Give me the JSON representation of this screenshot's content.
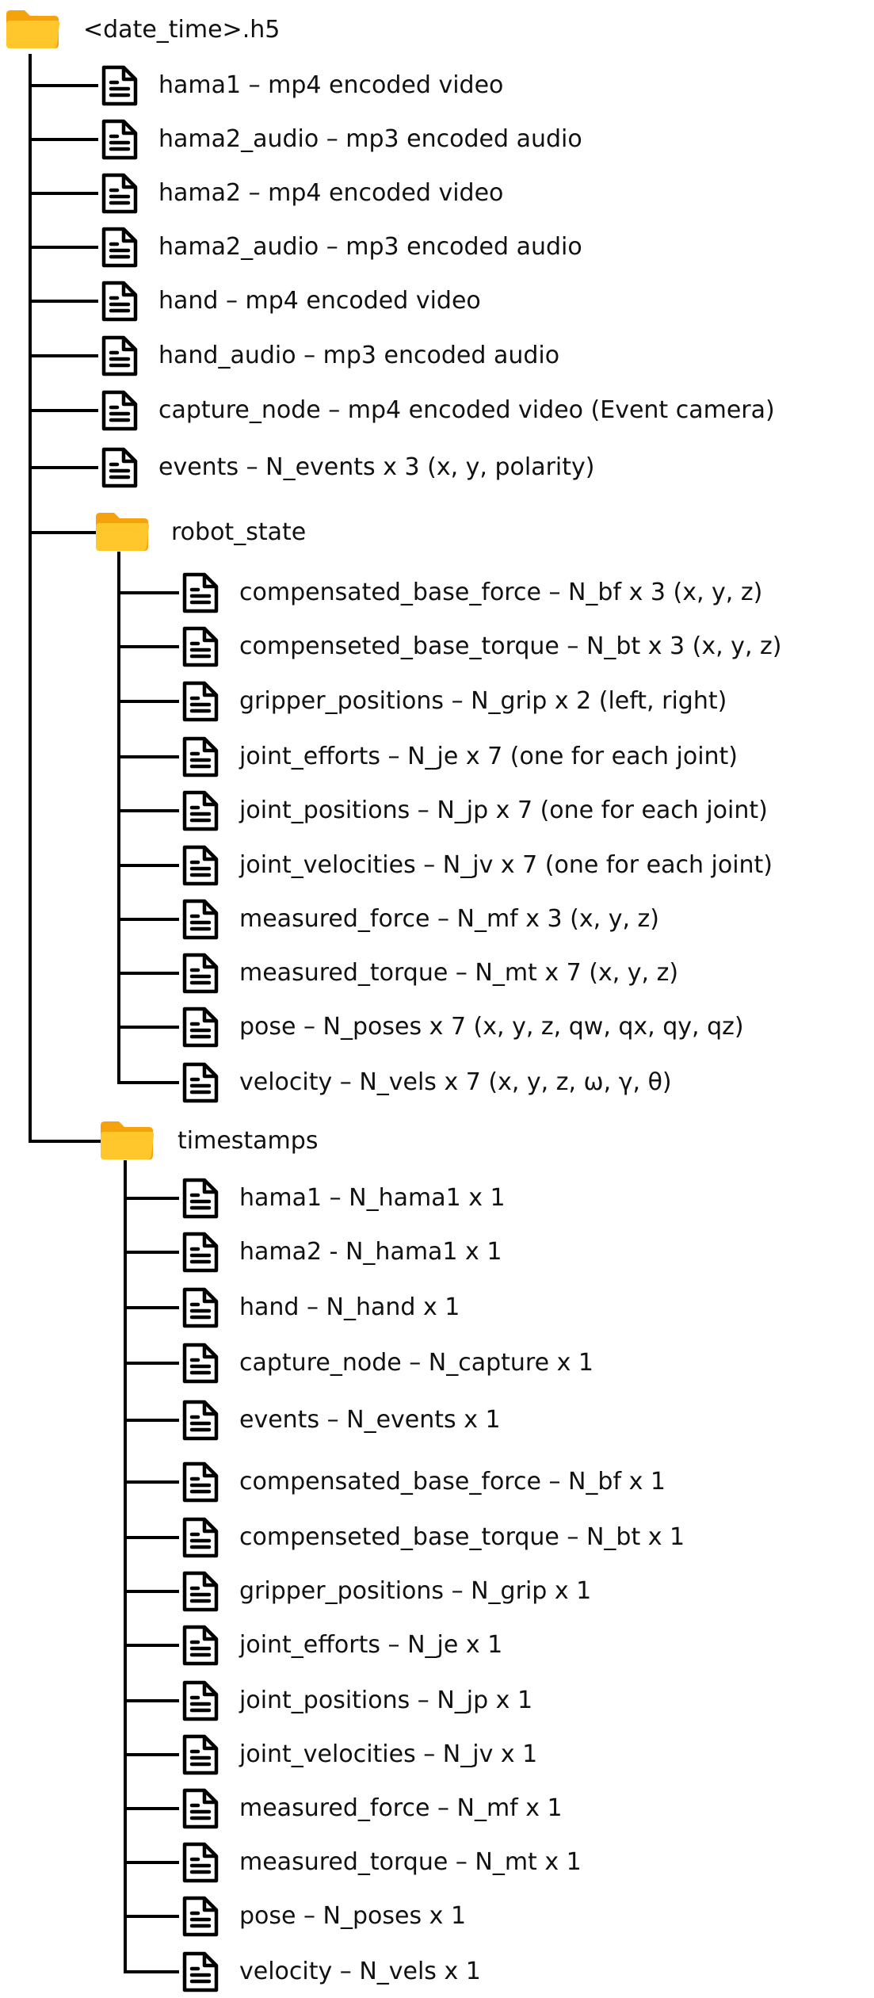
{
  "colors": {
    "line": "#000000",
    "folder_back": "#F5A20D",
    "folder_front": "#FFC72C",
    "text": "#111111"
  },
  "root": {
    "label": "<date_time>.h5",
    "icon": "folder-icon",
    "files": [
      {
        "label": "hama1 – mp4 encoded video",
        "icon": "file-icon"
      },
      {
        "label": "hama2_audio – mp3 encoded audio",
        "icon": "file-icon"
      },
      {
        "label": "hama2 – mp4 encoded video",
        "icon": "file-icon"
      },
      {
        "label": "hama2_audio – mp3 encoded audio",
        "icon": "file-icon"
      },
      {
        "label": "hand – mp4 encoded video",
        "icon": "file-icon"
      },
      {
        "label": "hand_audio – mp3 encoded audio",
        "icon": "file-icon"
      },
      {
        "label": "capture_node – mp4 encoded video (Event camera)",
        "icon": "file-icon"
      },
      {
        "label": "events – N_events x 3 (x, y, polarity)",
        "icon": "file-icon"
      }
    ],
    "folders": [
      {
        "label": "robot_state",
        "icon": "folder-icon",
        "files": [
          {
            "label": "compensated_base_force – N_bf x 3 (x, y, z)",
            "icon": "file-icon"
          },
          {
            "label": "compenseted_base_torque – N_bt x 3 (x, y, z)",
            "icon": "file-icon"
          },
          {
            "label": "gripper_positions – N_grip x 2 (left, right)",
            "icon": "file-icon"
          },
          {
            "label": "joint_efforts – N_je x 7 (one for each joint)",
            "icon": "file-icon"
          },
          {
            "label": "joint_positions – N_jp x 7 (one for each joint)",
            "icon": "file-icon"
          },
          {
            "label": "joint_velocities – N_jv x 7 (one for each joint)",
            "icon": "file-icon"
          },
          {
            "label": "measured_force – N_mf x 3 (x, y, z)",
            "icon": "file-icon"
          },
          {
            "label": "measured_torque – N_mt x 7 (x, y, z)",
            "icon": "file-icon"
          },
          {
            "label": "pose – N_poses x 7 (x, y, z, qw, qx, qy, qz)",
            "icon": "file-icon"
          },
          {
            "label": "velocity – N_vels x 7 (x, y, z, ω, γ, θ)",
            "icon": "file-icon"
          }
        ]
      },
      {
        "label": "timestamps",
        "icon": "folder-icon",
        "files": [
          {
            "label": "hama1 – N_hama1 x 1",
            "icon": "file-icon"
          },
          {
            "label": "hama2 - N_hama1 x 1",
            "icon": "file-icon"
          },
          {
            "label": "hand – N_hand x 1",
            "icon": "file-icon"
          },
          {
            "label": "capture_node – N_capture x 1",
            "icon": "file-icon"
          },
          {
            "label": "events – N_events x 1",
            "icon": "file-icon"
          },
          {
            "label": "compensated_base_force – N_bf x 1",
            "icon": "file-icon"
          },
          {
            "label": "compenseted_base_torque – N_bt x 1",
            "icon": "file-icon"
          },
          {
            "label": "gripper_positions – N_grip x 1",
            "icon": "file-icon"
          },
          {
            "label": "joint_efforts – N_je x 1",
            "icon": "file-icon"
          },
          {
            "label": "joint_positions – N_jp x 1",
            "icon": "file-icon"
          },
          {
            "label": "joint_velocities – N_jv x 1",
            "icon": "file-icon"
          },
          {
            "label": "measured_force – N_mf x 1",
            "icon": "file-icon"
          },
          {
            "label": "measured_torque – N_mt x 1",
            "icon": "file-icon"
          },
          {
            "label": "pose – N_poses x 1",
            "icon": "file-icon"
          },
          {
            "label": "velocity – N_vels x 1",
            "icon": "file-icon"
          }
        ]
      }
    ]
  }
}
